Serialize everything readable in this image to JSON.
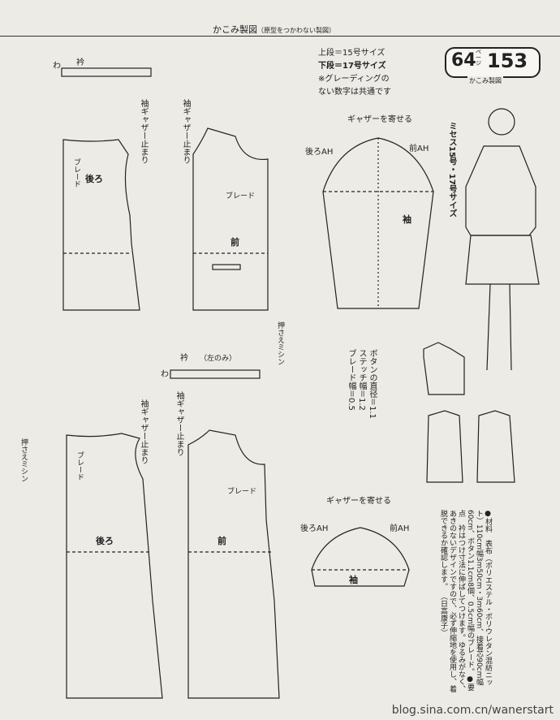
{
  "header": {
    "title": "かこみ製図",
    "subtitle": "（原型をつかわない製図）"
  },
  "legend": {
    "upper": "上段＝15号サイズ",
    "lower": "下段＝17号サイズ",
    "note1": "※グレーディングの",
    "note2": "ない数字は共通です"
  },
  "badge": {
    "page1": "64",
    "page_unit": "ページ",
    "page2": "153",
    "caption": "かこみ製図"
  },
  "model": {
    "size_label": "ミセス15号・17号サイズ"
  },
  "labels": {
    "collar": "衿",
    "back": "後ろ",
    "front": "前",
    "sleeve": "袖",
    "braid": "ブレード",
    "gather_stop": "袖ギャザー止まり",
    "gather_stop_b": "袖ギャザー止まり",
    "gather_gather": "ギャザーを寄せる",
    "back_ah": "後ろAH",
    "front_ah": "前AH",
    "press_stitch": "押さえミシン",
    "left_only": "（左のみ）",
    "wa": "わ"
  },
  "button_note": [
    "ボタンの直径＝1.1",
    "ステッチ幅＝1.2",
    "ブレード幅＝0.5"
  ],
  "materials": {
    "text": "●材料　表布（ポリエステル・ポリウレタン混紡ニット）110cm幅3m50cm・3m60cm、接着芯90cm幅60cm、ボタン1.1cm8個、0.5cm幅のブレード。●要点　衿はつけ寸法に伸ばしてつけます。ゆるみがなく、あきのないデザインですので、必ず伸縮地を使用し、着脱できるか確認します。",
    "credit": "（日高康子）"
  },
  "footer": "blog.sina.com.cn/wanerstart"
}
